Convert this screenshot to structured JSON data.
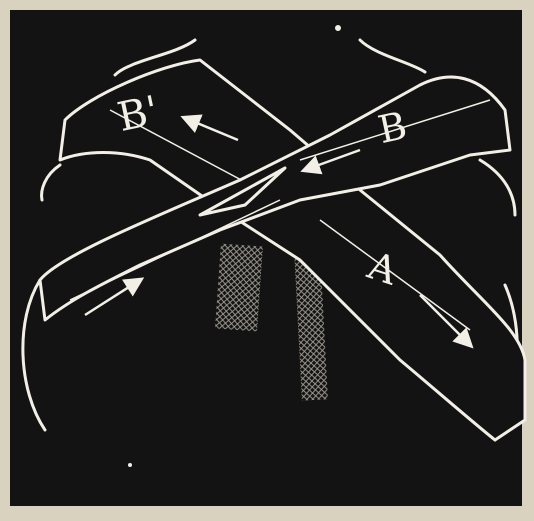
{
  "figure": {
    "labels": {
      "b_prime": "B'",
      "b": "B",
      "a": "A"
    },
    "colors": {
      "frame": "#d9d2bf",
      "background": "#131313",
      "band_line": "#f2efe6"
    }
  }
}
